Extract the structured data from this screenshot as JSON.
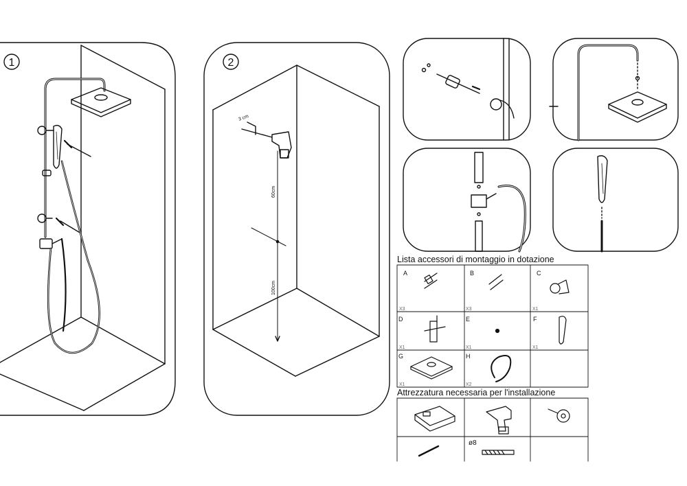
{
  "steps": [
    {
      "number": "1"
    },
    {
      "number": "2",
      "dim_top": "3 cm",
      "dim_mid": "60cm",
      "dim_low": "100cm"
    }
  ],
  "accessories": {
    "title": "Lista accessori di montaggio in dotazione",
    "items": [
      {
        "letter": "A",
        "qty": "X3"
      },
      {
        "letter": "B",
        "qty": "X3"
      },
      {
        "letter": "C",
        "qty": "X1"
      },
      {
        "letter": "D",
        "qty": "X1"
      },
      {
        "letter": "E",
        "qty": "X1"
      },
      {
        "letter": "F",
        "qty": "X1"
      },
      {
        "letter": "G",
        "qty": "X1"
      },
      {
        "letter": "H",
        "qty": "X2"
      }
    ]
  },
  "tools": {
    "title": "Attrezzatura necessaria per l'installazione",
    "drill_bit_label": "ø8"
  }
}
